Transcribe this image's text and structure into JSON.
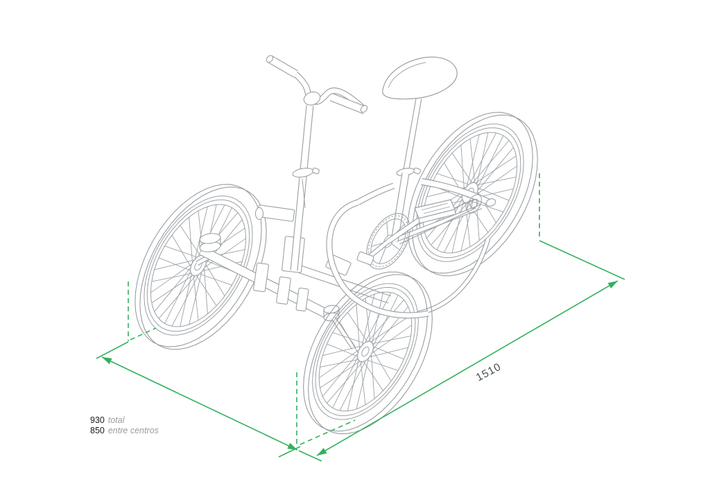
{
  "dimensions": {
    "width_total": {
      "value": "930",
      "label": "total"
    },
    "width_between_centers": {
      "value": "850",
      "label": "entre centros"
    },
    "wheelbase": {
      "value": "1510"
    }
  },
  "colors": {
    "dimension_green": "#32b15c",
    "linework_gray": "#9ca1a5",
    "value_text": "#1b1b1b",
    "label_text": "#9b9b9b",
    "length_text": "#475049"
  }
}
